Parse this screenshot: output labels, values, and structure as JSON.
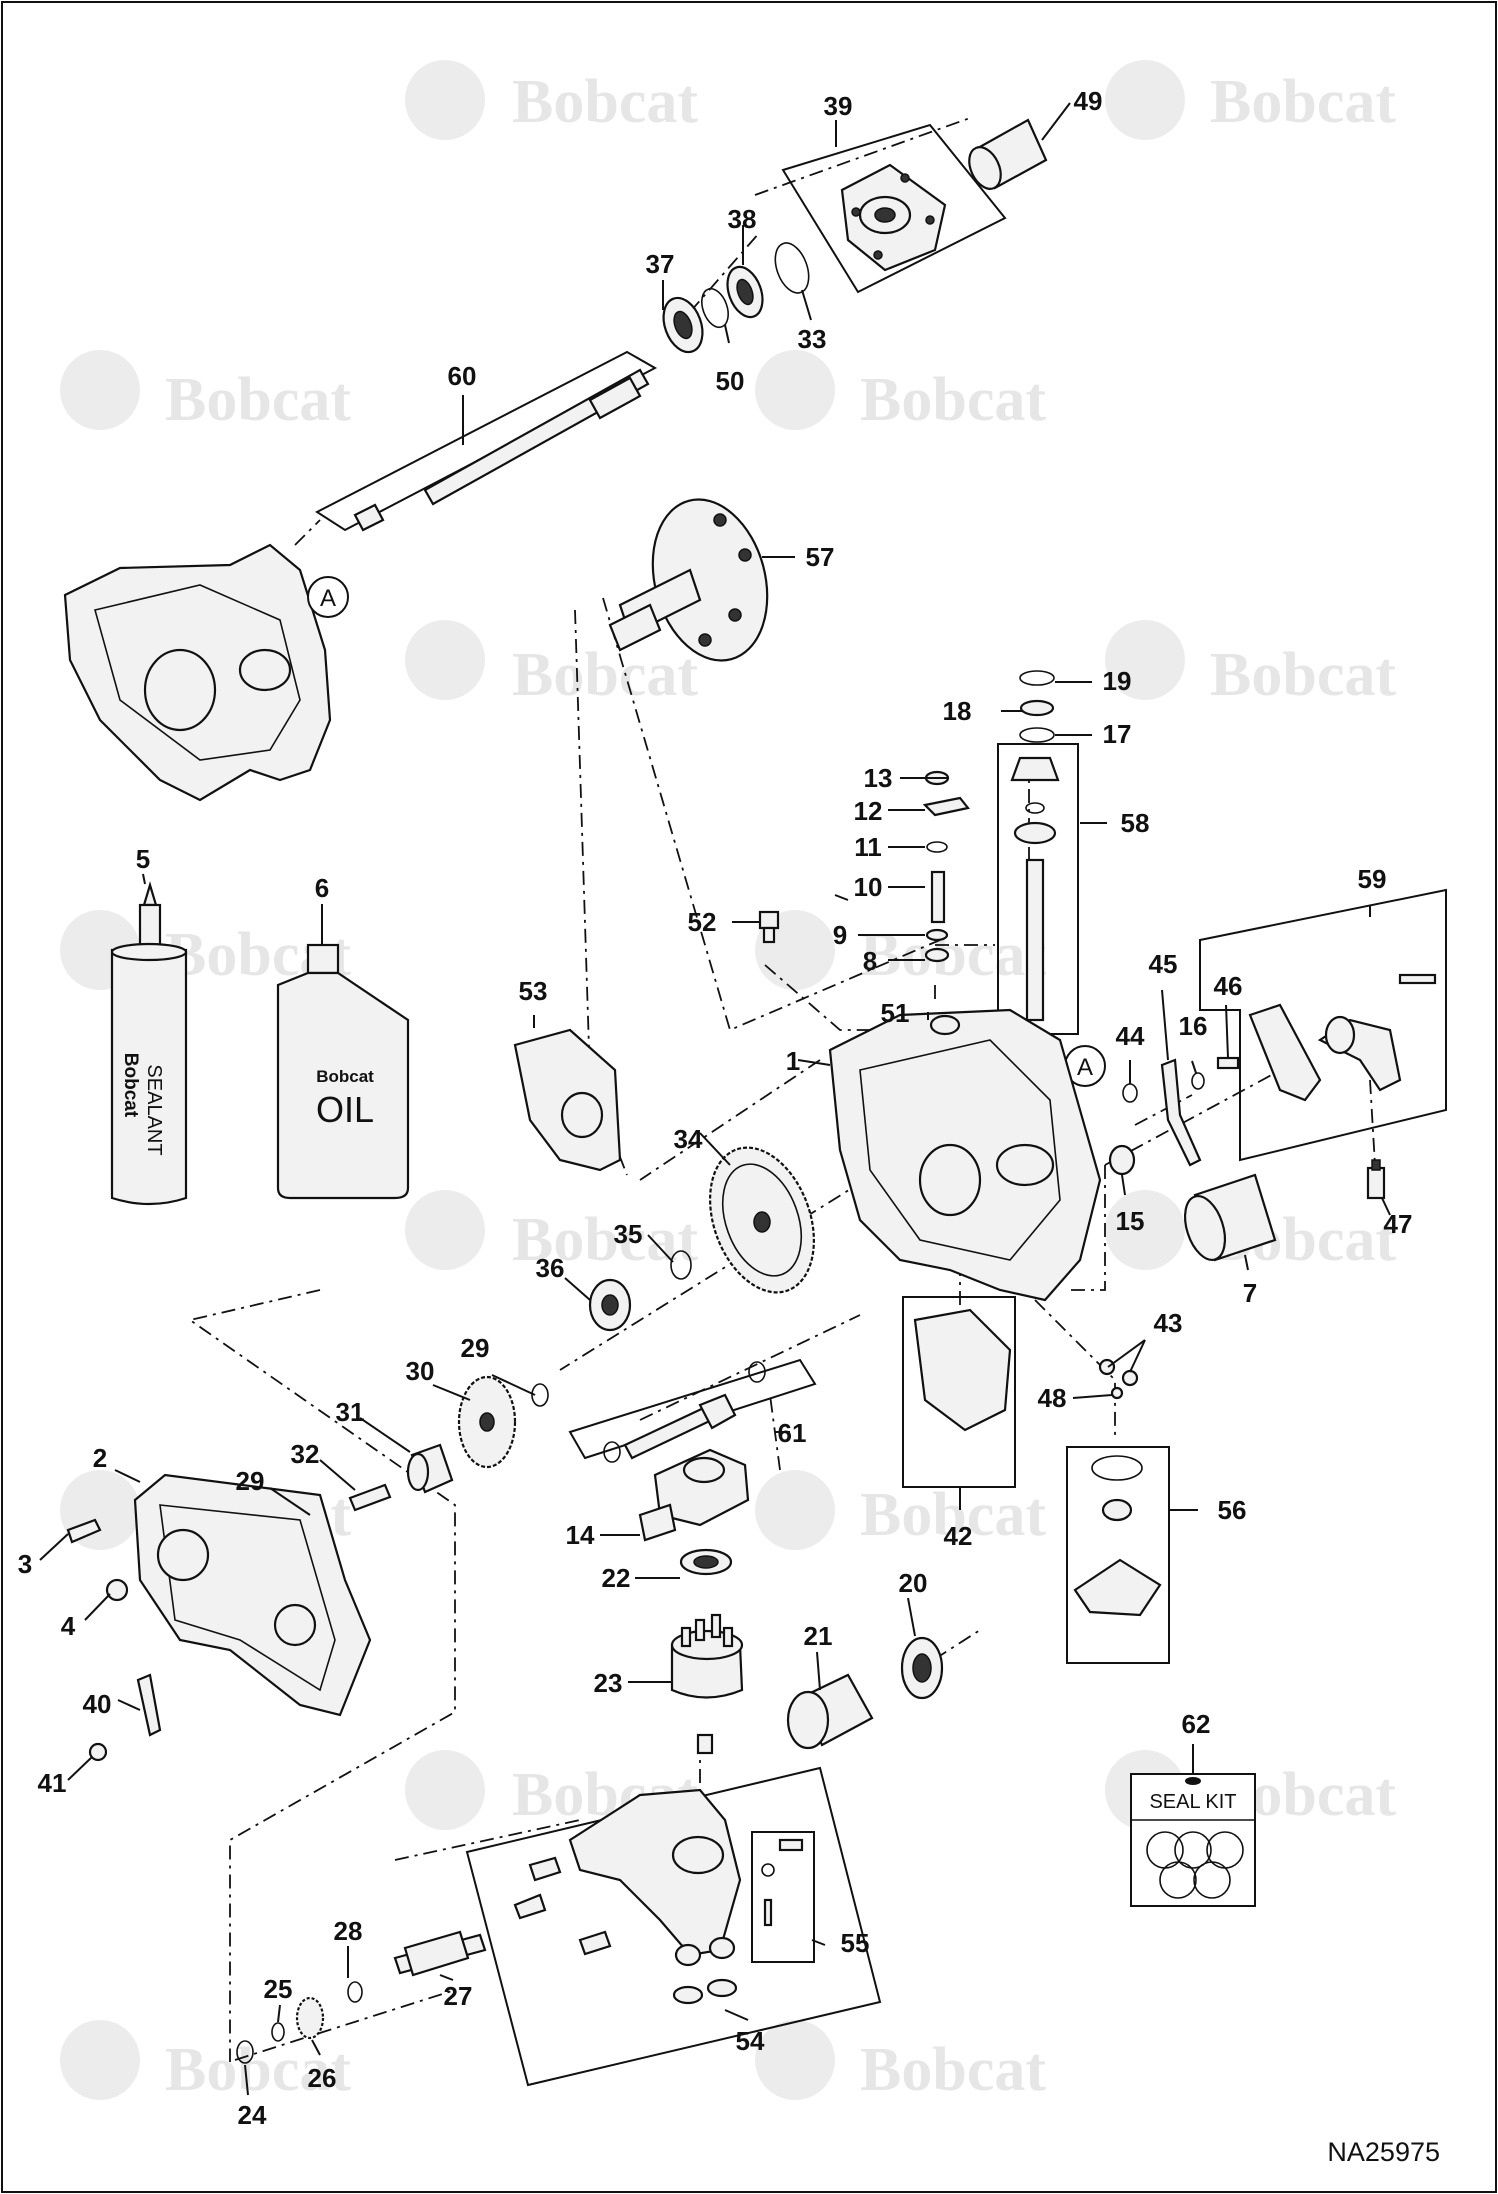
{
  "watermark": {
    "brand": "Bobcat"
  },
  "drawing_id": "NA25975",
  "labels": {
    "p1": "1",
    "p2": "2",
    "p3": "3",
    "p4": "4",
    "p5": "5",
    "p6": "6",
    "p7": "7",
    "p8": "8",
    "p9": "9",
    "p10": "10",
    "p11": "11",
    "p12": "12",
    "p13": "13",
    "p14": "14",
    "p15": "15",
    "p16": "16",
    "p17": "17",
    "p18": "18",
    "p19": "19",
    "p20": "20",
    "p21": "21",
    "p22": "22",
    "p23": "23",
    "p24": "24",
    "p25": "25",
    "p26": "26",
    "p27": "27",
    "p28": "28",
    "p29a": "29",
    "p29b": "29",
    "p30": "30",
    "p31": "31",
    "p32": "32",
    "p33": "33",
    "p34": "34",
    "p35": "35",
    "p36": "36",
    "p37": "37",
    "p38": "38",
    "p39": "39",
    "p40": "40",
    "p41": "41",
    "p42": "42",
    "p43": "43",
    "p44": "44",
    "p45": "45",
    "p46": "46",
    "p47": "47",
    "p48": "48",
    "p49": "49",
    "p50": "50",
    "p51": "51",
    "p52": "52",
    "p53": "53",
    "p54": "54",
    "p55": "55",
    "p56": "56",
    "p57": "57",
    "p58": "58",
    "p59": "59",
    "p60": "60",
    "p61": "61",
    "p62": "62"
  },
  "callout_a": "A",
  "products": {
    "sealant_brand": "Bobcat",
    "sealant_label": "SEALANT",
    "oil_brand": "Bobcat",
    "oil_label": "OIL",
    "seal_kit_label": "SEAL KIT"
  }
}
